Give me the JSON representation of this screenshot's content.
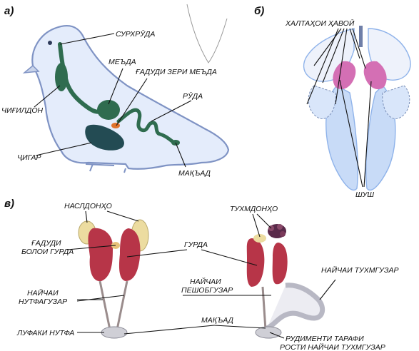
{
  "panels": {
    "a": "а)",
    "b": "б)",
    "v": "в)"
  },
  "labels": {
    "surkhruda": "СУРХРӮДА",
    "meda": "МЕЪДА",
    "gadudi_zeri_meda": "ҒАДУДИ ЗЕРИ МЕЪДА",
    "ruda": "РӮДА",
    "chigildon": "ЧИҒИЛДОН",
    "jigar": "ҶИГАР",
    "maqad_a": "МАҚЪАД",
    "khaltakhoi_khavoi": "ХАЛТАҲОИ ҲАВОӢ",
    "shush": "ШУШ",
    "nasldonkho": "НАСЛДОНҲО",
    "gadudi_boloi_gurda_1": "ҒАДУДИ",
    "gadudi_boloi_gurda_2": "БОЛОИ ГУРДА",
    "gurda": "ГУРДА",
    "tukhmdonkho": "ТУХМДОНҲО",
    "naychai_peshobguzar_1": "НАЙЧАИ",
    "naychai_peshobguzar_2": "ПЕШОБГУЗАР",
    "naychai_nutfaguzar_1": "НАЙЧАИ",
    "naychai_nutfaguzar_2": "НУТФАГУЗАР",
    "naychai_tukhmguzar": "НАЙЧАИ ТУХМГУЗАР",
    "lufaki_nutfa": "ЛУФАКИ НУТФА",
    "maqad_v": "МАҚЪАД",
    "rudimenti_1": "РУДИМЕНТИ ТАРАФИ",
    "rudimenti_2": "РОСТИ НАЙЧАИ ТУХМГУЗАР"
  },
  "colors": {
    "bird_outline": "#7f93c4",
    "bird_fill": "#e4ecfb",
    "gut_green": "#2f6c4f",
    "lung_blue": "#8fb3ea",
    "lung_pink": "#d46fb4",
    "kidney_red": "#b73548",
    "gonad_cream": "#ecdca0"
  }
}
